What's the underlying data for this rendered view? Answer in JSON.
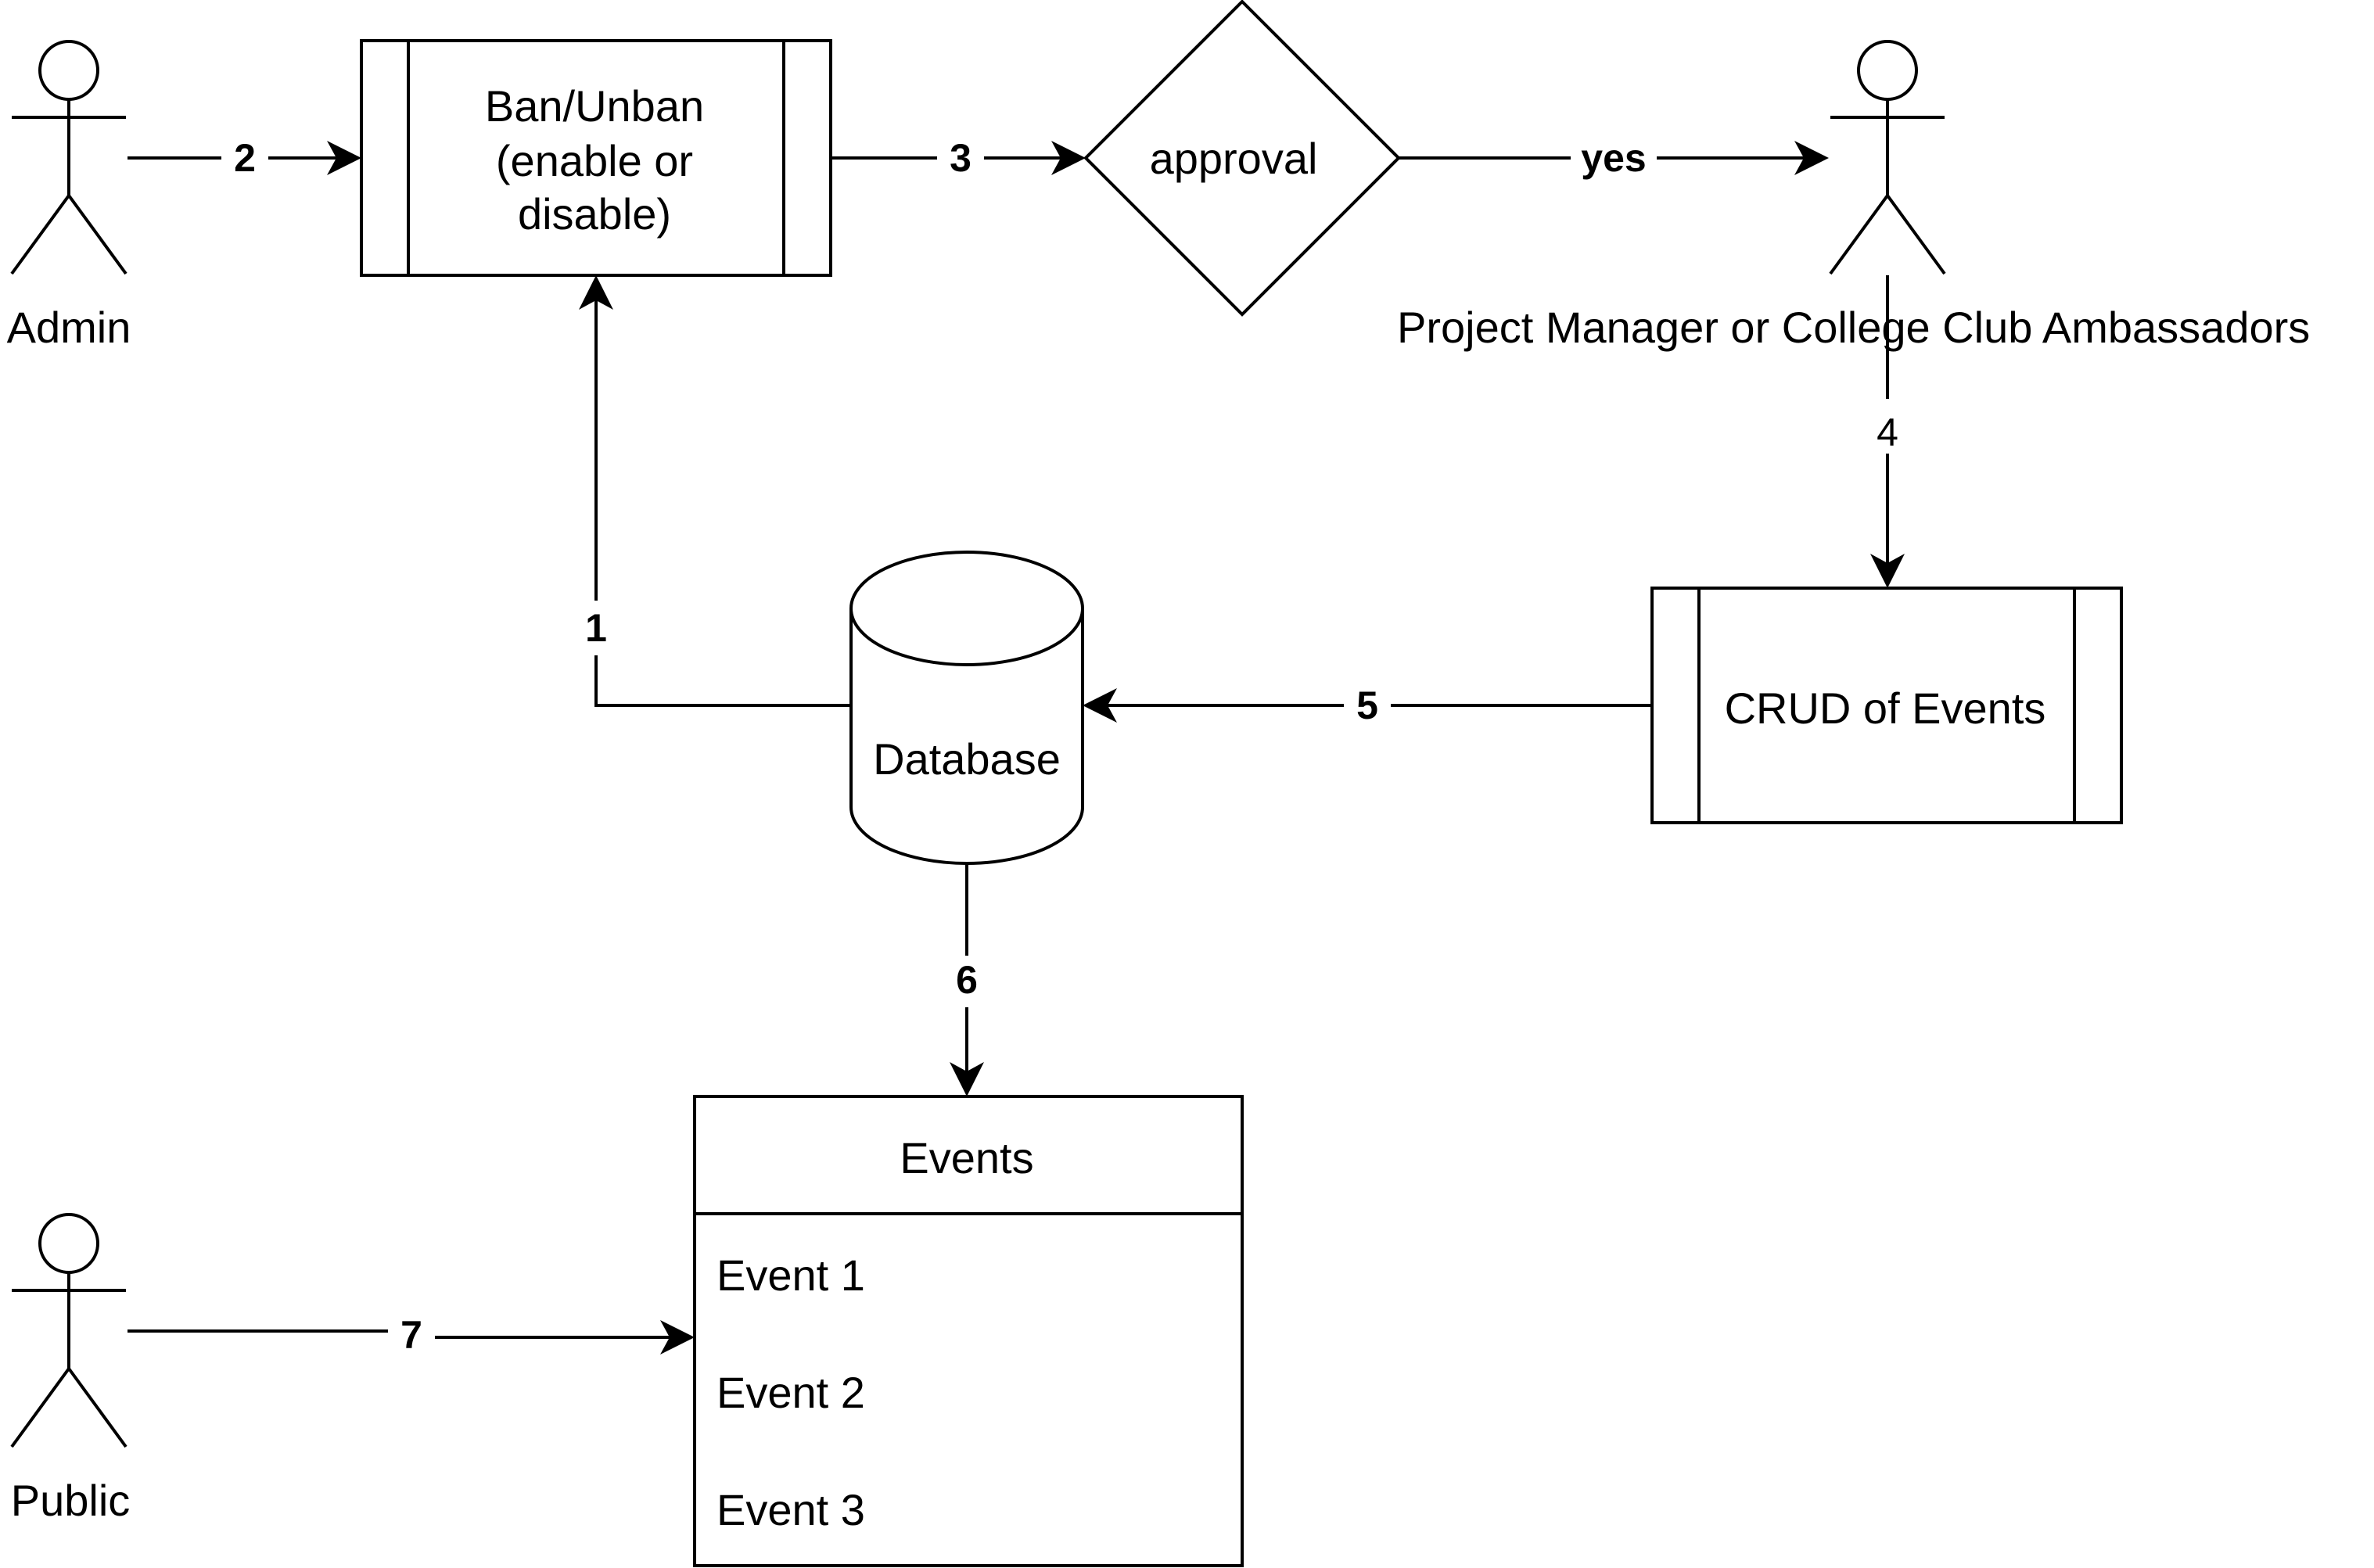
{
  "actors": {
    "admin": "Admin",
    "pm": "Project Manager or College Club Ambassadors",
    "public": "Public"
  },
  "processes": {
    "ban_line1": "Ban/Unban",
    "ban_line2": "(enable or",
    "ban_line3": "disable)",
    "crud": "CRUD of Events"
  },
  "decision": "approval",
  "database": "Database",
  "events_list": {
    "title": "Events",
    "items": [
      "Event 1",
      "Event 2",
      "Event 3"
    ]
  },
  "edges": {
    "e1": "1",
    "e2": "2",
    "e3": "3",
    "e4": "4",
    "e5": "5",
    "e6": "6",
    "e7": "7",
    "yes": "yes"
  }
}
